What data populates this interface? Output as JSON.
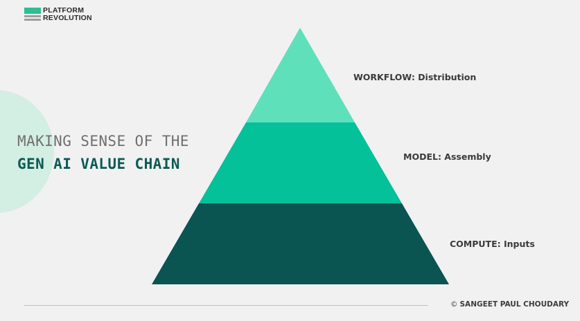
{
  "logo": {
    "line1": "PLATFORM",
    "line2": "REVOLUTION"
  },
  "title": {
    "line1": "MAKING SENSE OF THE",
    "line2": "GEN AI VALUE CHAIN"
  },
  "pyramid": {
    "tiers": [
      {
        "label": "WORKFLOW: Distribution",
        "color": "#5ee0bb"
      },
      {
        "label": "MODEL: Assembly",
        "color": "#05c19a"
      },
      {
        "label": "COMPUTE: Inputs",
        "color": "#0a5452"
      }
    ]
  },
  "footer": {
    "copyright_symbol": "©",
    "author": "SANGEET PAUL CHOUDARY"
  },
  "colors": {
    "background": "#f1f1f1",
    "accent_green": "#2bbf93",
    "title_dark": "#0c5a55",
    "title_grey": "#6f6f6f",
    "divider": "#8ed9be",
    "circle": "#d3eee2"
  }
}
